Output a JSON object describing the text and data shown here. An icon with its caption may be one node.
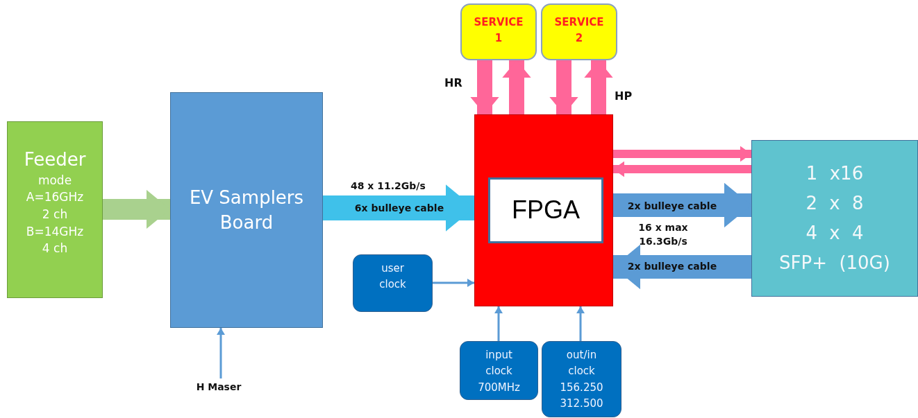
{
  "diagram": {
    "nodes": [
      {
        "text": [
          "Feeder",
          "mode A=16GHz 2 ch B=14GHz 4 ch"
        ]
      },
      {
        "text": [
          "EV Samplers Board"
        ]
      },
      {
        "text": [],
        "shape": "box"
      },
      {
        "text": [
          "FPGA"
        ],
        "in": 2
      },
      {
        "text": [
          "SERVICE 1"
        ]
      },
      {
        "text": [
          "SERVICE 2"
        ]
      },
      {
        "text": [
          "1 x16",
          "2 x 8",
          "4 x 4",
          "SFP+ (10G)"
        ]
      },
      {
        "text": [
          "user clock"
        ]
      },
      {
        "text": [
          "input clock 700MHz"
        ]
      },
      {
        "text": [
          "out/in clock 156.250 312.500"
        ]
      },
      {
        "text": [
          "H Maser"
        ]
      }
    ],
    "edges": [
      {
        "from": 0,
        "to": 1,
        "arrow": "to",
        "color": "#a9d18e"
      },
      {
        "from": 1,
        "to": 2,
        "arrow": "to",
        "color": "#3fc1ea",
        "label": "6x bulleye cable"
      },
      {
        "from": 4,
        "to": 2,
        "arrow": "to",
        "color": "#ff6699"
      },
      {
        "from": 2,
        "to": 4,
        "arrow": "to",
        "color": "#ff6699"
      },
      {
        "from": 5,
        "to": 2,
        "arrow": "to",
        "color": "#ff6699"
      },
      {
        "from": 2,
        "to": 5,
        "arrow": "to",
        "color": "#ff6699"
      },
      {
        "from": 2,
        "to": 6,
        "arrow": "to",
        "color": "#ff6699"
      },
      {
        "from": 6,
        "to": 2,
        "arrow": "to",
        "color": "#ff6699"
      },
      {
        "from": 2,
        "to": 6,
        "arrow": "to",
        "color": "#5b9bd5",
        "label": "2x bulleye cable"
      },
      {
        "from": 6,
        "to": 2,
        "arrow": "to",
        "color": "#5b9bd5",
        "label": "2x bulleye cable"
      },
      {
        "from": 7,
        "to": 2,
        "arrow": "to",
        "color": "#5b9bd5"
      },
      {
        "from": 8,
        "to": 2,
        "arrow": "to",
        "color": "#5b9bd5"
      },
      {
        "from": 9,
        "to": 2,
        "arrow": "to",
        "color": "#5b9bd5"
      },
      {
        "from": 10,
        "to": 1,
        "arrow": "to",
        "color": "#5b9bd5"
      }
    ],
    "labels": [
      "48 x 11.2Gb/s",
      "HR",
      "HP",
      "16 x max 16.3Gb/s"
    ]
  }
}
